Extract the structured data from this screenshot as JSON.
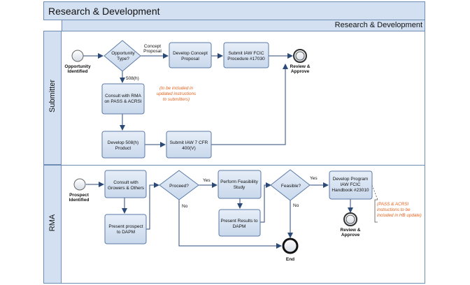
{
  "pool": {
    "title": "Research & Development",
    "subtitle": "Research & Development"
  },
  "lanes": [
    {
      "label": "Submitter"
    },
    {
      "label": "RMA"
    }
  ],
  "submitter": {
    "start_label_1": "Opportunity",
    "start_label_2": "Identified",
    "gateway_1": "Opportunity",
    "gateway_2": "Type?",
    "flow_concept_1": "Concept",
    "flow_concept_2": "Proposal",
    "flow_508": "508(h)",
    "task_develop_concept_1": "Develop Concept",
    "task_develop_concept_2": "Proposal",
    "task_submit_fcic_1": "Submit IAW FCIC",
    "task_submit_fcic_2": "Procedure #17030",
    "end_label_1": "Review &",
    "end_label_2": "Approve",
    "task_consult_rma_1": "Consult with RMA",
    "task_consult_rma_2": "on PASS & ACRSI",
    "note_1": "(to be included in",
    "note_2": "updated instructions",
    "note_3": "to submitters)",
    "task_develop_508_1": "Develop 508(h)",
    "task_develop_508_2": "Product",
    "task_submit_cfr_1": "Submit IAW 7 CFR",
    "task_submit_cfr_2": "400(V)"
  },
  "rma": {
    "start_label_1": "Prospect",
    "start_label_2": "Identified",
    "task_consult_growers_1": "Consult with",
    "task_consult_growers_2": "Growers & Others",
    "task_present_prospect_1": "Present prospect",
    "task_present_prospect_2": "to DAPM",
    "gateway_proceed": "Proceed?",
    "flow_yes_1": "Yes",
    "flow_no_1": "No",
    "task_feasibility_1": "Perform Feasibility",
    "task_feasibility_2": "Study",
    "task_present_results_1": "Present Results to",
    "task_present_results_2": "DAPM",
    "gateway_feasible": "Feasible?",
    "flow_yes_2": "Yes",
    "flow_no_2": "No",
    "task_develop_program_1": "Develop Program",
    "task_develop_program_2": "IAW FCIC",
    "task_develop_program_3": "Handbook #23010",
    "note_1": "(PASS & ACRSI",
    "note_2": "instructions to be",
    "note_3": "included in HB update)",
    "end_review_1": "Review &",
    "end_review_2": "Approve",
    "end_label": "End"
  },
  "colors": {
    "task_fill": "#d9e4f2",
    "task_stroke": "#5b7aa6",
    "header_fill": "#d3e0f1",
    "note": "#e8631f"
  }
}
